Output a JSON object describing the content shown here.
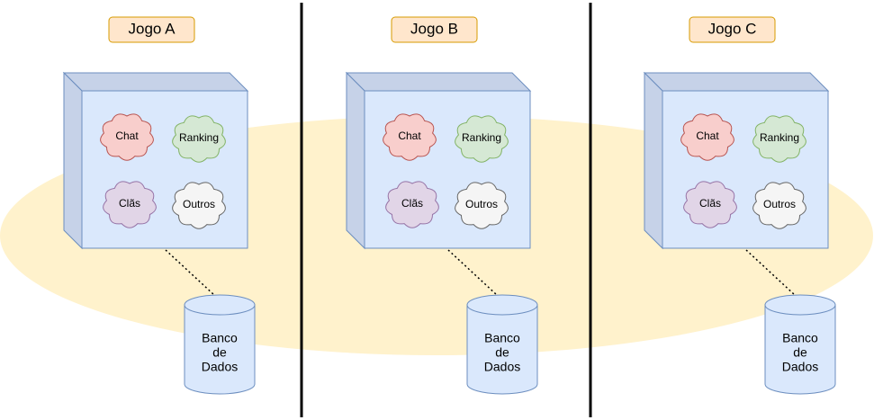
{
  "games": [
    {
      "title": "Jogo A",
      "services": [
        "Chat",
        "Ranking",
        "Clãs",
        "Outros"
      ],
      "database": [
        "Banco",
        "de",
        "Dados"
      ]
    },
    {
      "title": "Jogo B",
      "services": [
        "Chat",
        "Ranking",
        "Clãs",
        "Outros"
      ],
      "database": [
        "Banco",
        "de",
        "Dados"
      ]
    },
    {
      "title": "Jogo C",
      "services": [
        "Chat",
        "Ranking",
        "Clãs",
        "Outros"
      ],
      "database": [
        "Banco",
        "de",
        "Dados"
      ]
    }
  ],
  "colors": {
    "background_ellipse": "#fff2cc",
    "title_fill": "#ffe6cc",
    "title_stroke": "#d79b00",
    "box_front": "#dae8fc",
    "box_side": "#c6d2e8",
    "box_stroke": "#6c8ebf",
    "chat": "#f8cecc",
    "chat_stroke": "#b85450",
    "ranking": "#d5e8d4",
    "ranking_stroke": "#82b366",
    "clas": "#e1d5e7",
    "clas_stroke": "#9673a6",
    "outros": "#f5f5f5",
    "outros_stroke": "#666666",
    "separator": "#000000"
  }
}
